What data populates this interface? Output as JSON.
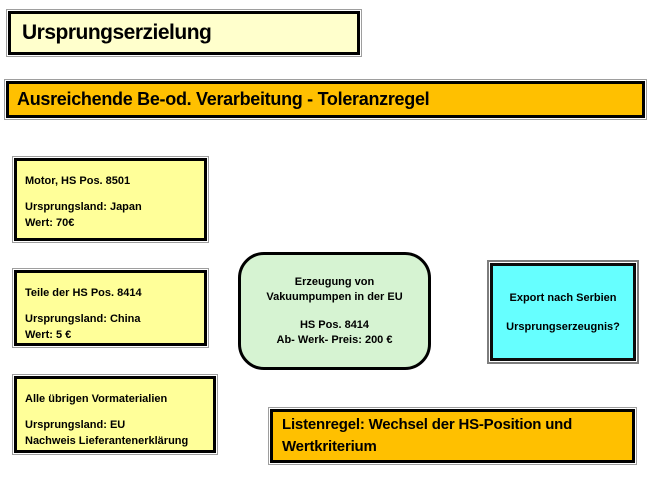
{
  "slide": {
    "title": "Ursprungserzielung",
    "banner": "Ausreichende Be-od. Verarbeitung - Toleranzregel",
    "materials": [
      {
        "line1": "Motor, HS Pos. 8501",
        "line2": "Ursprungsland: Japan",
        "line3": "Wert: 70€"
      },
      {
        "line1": "Teile der HS Pos. 8414",
        "line2": "Ursprungsland: China",
        "line3": "Wert: 5 €"
      },
      {
        "line1": "Alle übrigen Vormaterialien",
        "line2": "Ursprungsland: EU",
        "line3": "Nachweis Lieferantenerklärung"
      }
    ],
    "process": {
      "line1": "Erzeugung von",
      "line2": "Vakuumpumpen in der EU",
      "line3": "HS Pos. 8414",
      "line4": "Ab- Werk- Preis: 200 €"
    },
    "export": {
      "line1": "Export nach Serbien",
      "line2": "Ursprungserzeugnis?"
    },
    "rule": "Listenregel: Wechsel der HS-Position und Wertkriterium",
    "colors": {
      "page_bg": "#FFFFFF",
      "cream": "#FFFFCC",
      "orange": "#FFC000",
      "yellow": "#FFFF99",
      "green": "#D6F3D2",
      "cyan": "#66FFFF",
      "border": "#000000"
    }
  }
}
